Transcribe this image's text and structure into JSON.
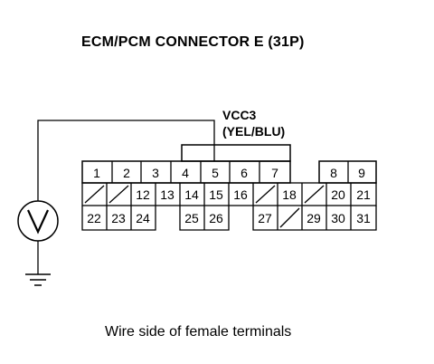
{
  "title": "ECM/PCM CONNECTOR E (31P)",
  "signal": {
    "name": "VCC3",
    "wire_color": "(YEL/BLU)"
  },
  "caption": "Wire side of female terminals",
  "meter_icon": "voltmeter-icon",
  "ground_icon": "ground-icon",
  "probe_terminal": "5",
  "connector": {
    "rows": [
      [
        "1",
        "2",
        "3",
        "4",
        "5",
        "6",
        "7",
        "",
        "",
        "8",
        "9"
      ],
      [
        "/",
        "/",
        "12",
        "13",
        "14",
        "15",
        "16",
        "/",
        "18",
        "/",
        "20",
        "21"
      ],
      [
        "22",
        "23",
        "24",
        "",
        "25",
        "26",
        "",
        "27",
        "/",
        "29",
        "30",
        "31"
      ]
    ]
  }
}
